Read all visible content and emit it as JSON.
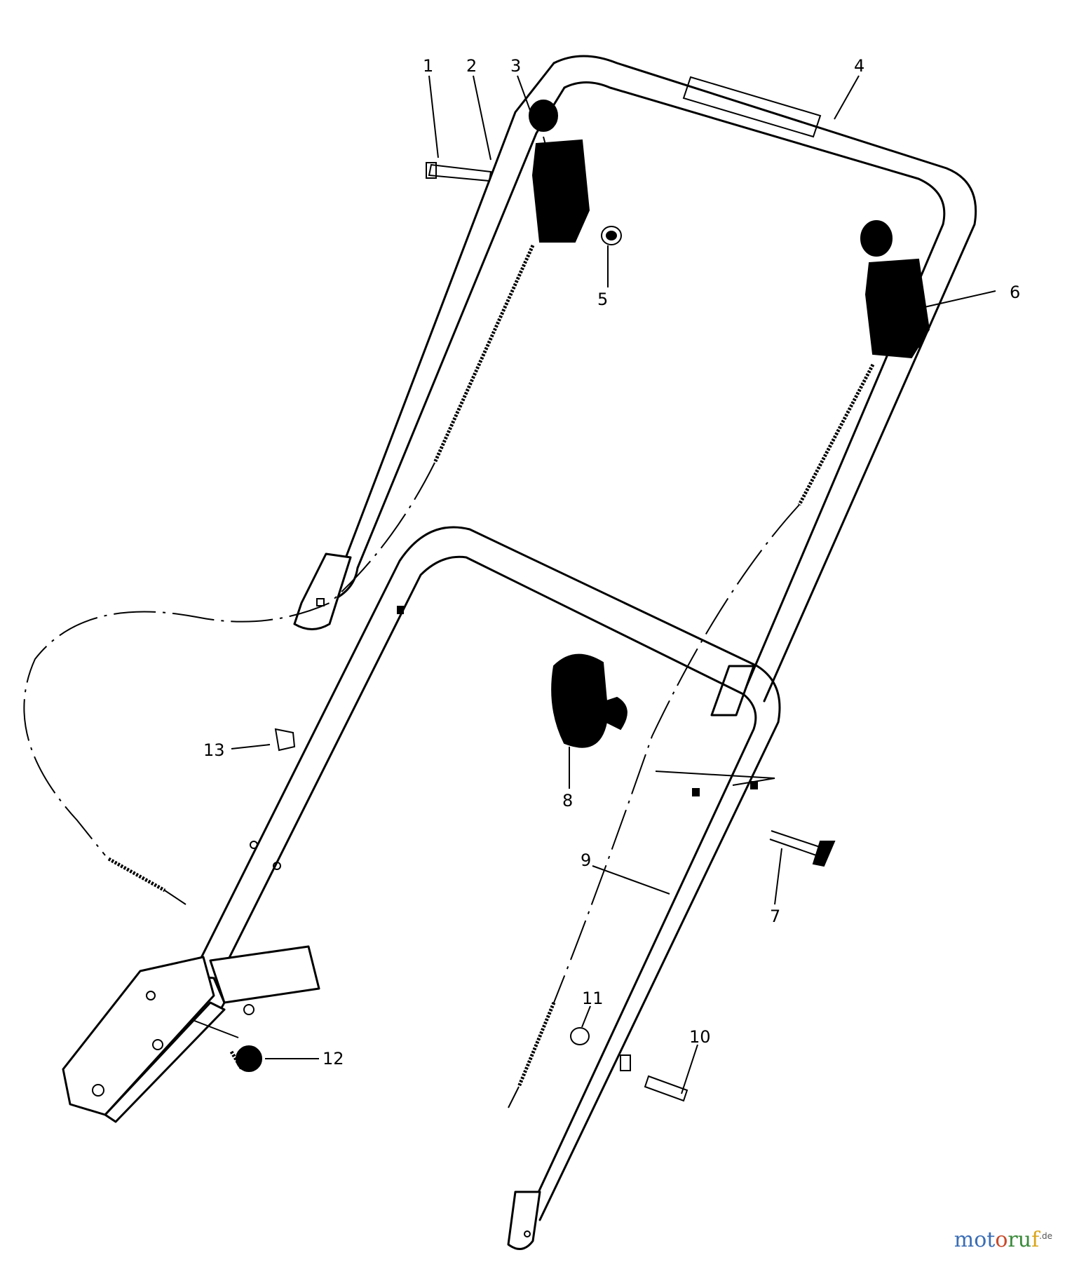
{
  "callouts": {
    "c1": "1",
    "c2": "2",
    "c3": "3",
    "c4": "4",
    "c5": "5",
    "c6": "6",
    "c7": "7",
    "c8": "8",
    "c9": "9",
    "c10": "10",
    "c11": "11",
    "c12": "12",
    "c13": "13"
  },
  "watermark": {
    "part1": "mot",
    "part2": "o",
    "part3": "ru",
    "part4": "f",
    "suffix": ".de"
  }
}
